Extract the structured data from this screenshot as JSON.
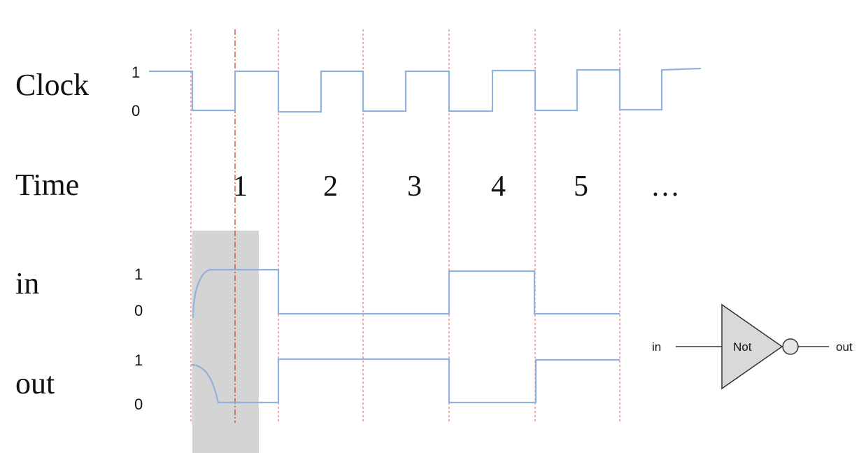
{
  "signals": {
    "clock": {
      "label": "Clock",
      "high": "1",
      "low": "0"
    },
    "in": {
      "label": "in",
      "high": "1",
      "low": "0"
    },
    "out": {
      "label": "out",
      "high": "1",
      "low": "0"
    }
  },
  "time": {
    "label": "Time",
    "steps": [
      "1",
      "2",
      "3",
      "4",
      "5"
    ],
    "ellipsis": "…"
  },
  "gate": {
    "name": "Not",
    "input_label": "in",
    "output_label": "out"
  },
  "colors": {
    "waveform": "#8fb3dc",
    "guide_lines": "#e07a7a",
    "highlight": "#d4d4d4"
  }
}
